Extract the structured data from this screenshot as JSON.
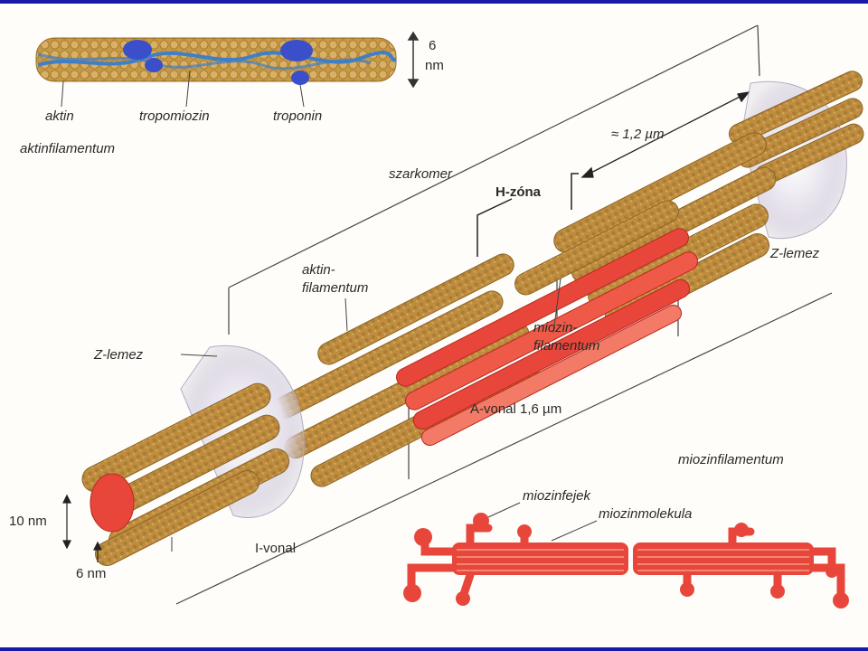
{
  "colors": {
    "frame": "#1a1aa8",
    "actin": "#b8893a",
    "actin_light": "#d9b066",
    "myosin": "#e8463a",
    "myosin_light": "#f27a66",
    "tropomyosin": "#3f7fc9",
    "troponin": "#3a4fc9",
    "disc": "#c9c3d6"
  },
  "labels": {
    "aktin": "aktin",
    "tropomiozin": "tropomiozin",
    "troponin": "troponin",
    "aktinfilamentum_top": "aktinfilamentum",
    "nm6_top_a": "6",
    "nm6_top_b": "nm",
    "szarkomer": "szarkomer",
    "length_1_2": "≈ 1,2 µm",
    "h_zona": "H-zóna",
    "z_lemez_right": "Z-lemez",
    "aktin_filamentum_a": "aktin-",
    "aktin_filamentum_b": "filamentum",
    "z_lemez_left": "Z-lemez",
    "miozin_filamentum_a": "miozin-",
    "miozin_filamentum_b": "filamentum",
    "a_vonal": "A-vonal 1,6 µm",
    "miozinfilamentum": "miozinfilamentum",
    "miozinfejek": "miozinfejek",
    "miozinmolekula": "miozinmolekula",
    "nm10": "10 nm",
    "nm6_bottom": "6 nm",
    "i_vonal": "I-vonal"
  }
}
